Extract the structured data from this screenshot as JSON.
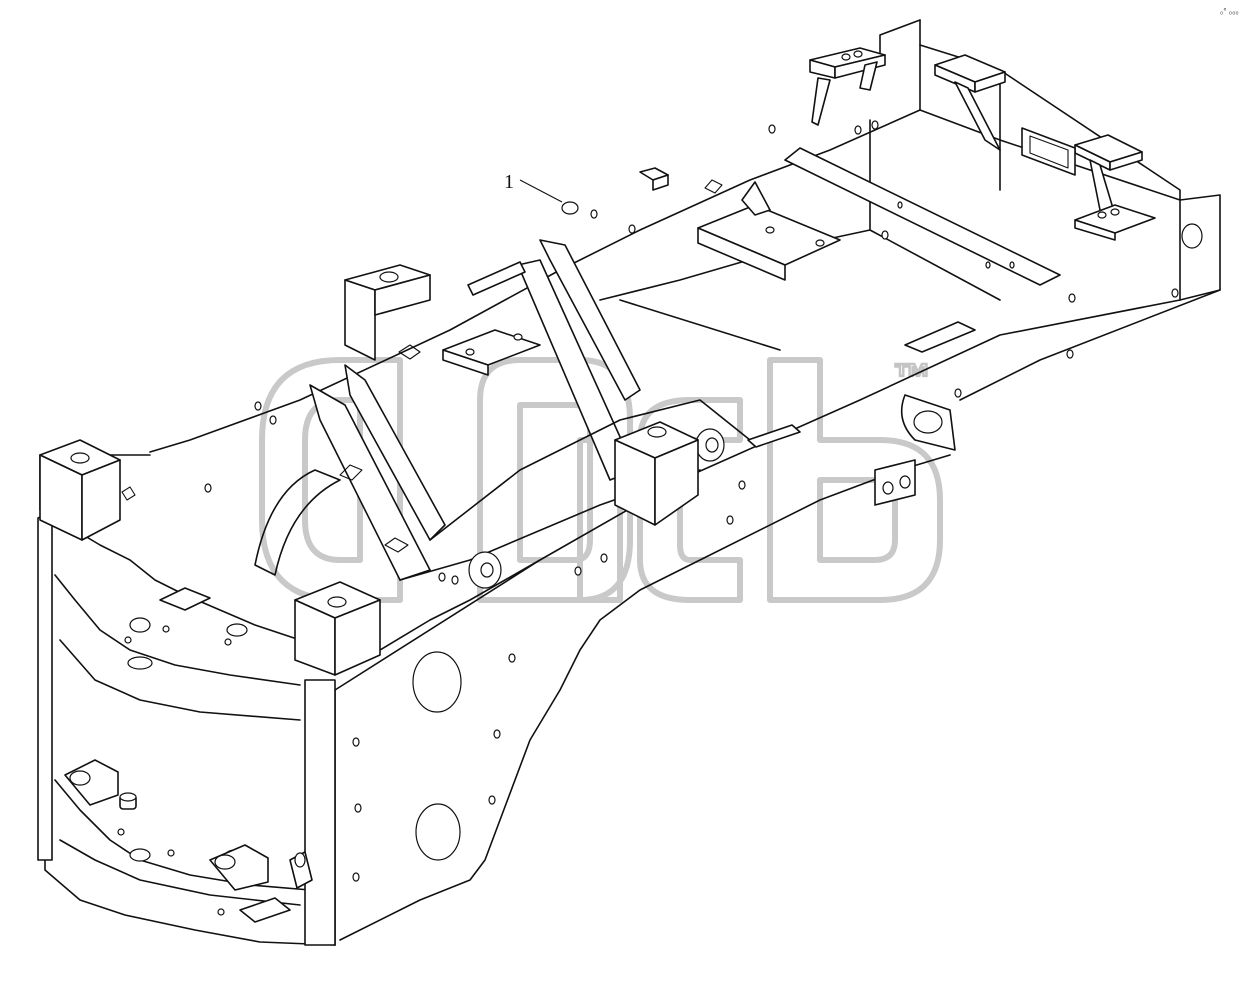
{
  "diagram": {
    "callouts": [
      {
        "id": "part-1",
        "label": "1"
      }
    ],
    "corner_mark": "₀° ₀₀₀",
    "watermark": {
      "trademark": "™"
    }
  }
}
